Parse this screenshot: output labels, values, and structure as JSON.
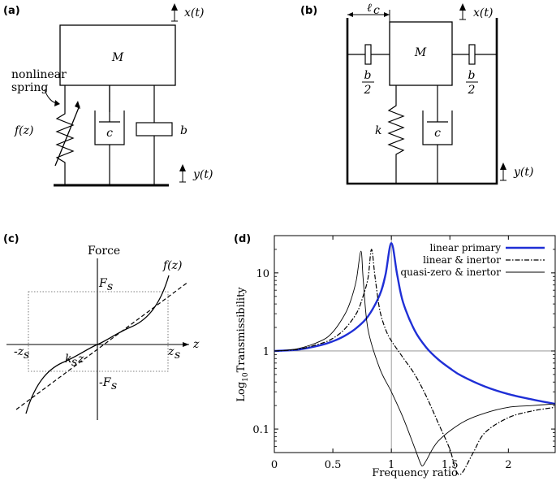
{
  "panels": {
    "a": {
      "tag": "(a)",
      "mass": "M",
      "x_label": "x(t)",
      "y_label": "y(t)",
      "spring_note_1": "nonlinear",
      "spring_note_2": "spring",
      "spring_fn": "f(z)",
      "damper": "c",
      "inerter": "b"
    },
    "b": {
      "tag": "(b)",
      "mass": "M",
      "x_label": "x(t)",
      "y_label": "y(t)",
      "length": "ℓ",
      "length_sub": "c",
      "inerter_num": "b",
      "inerter_den": "2",
      "spring": "k",
      "damper": "c"
    },
    "c": {
      "tag": "(c)",
      "force_axis": "Force",
      "z_axis": "z",
      "curve": "f(z)",
      "fs_pos": "F",
      "fs_neg": "-F",
      "fs_sub": "s",
      "zs_pos": "z",
      "zs_neg": "-z",
      "zs_sub": "s",
      "ks": "k",
      "ks_sub": "s",
      "ks_z": "z"
    },
    "d": {
      "tag": "(d)"
    }
  },
  "chart_data": {
    "type": "line",
    "xlabel": "Frequency ratio",
    "ylabel_pre": "Log",
    "ylabel_sub": "10",
    "ylabel_post": "Transmissibility",
    "x_scale": "linear",
    "y_scale": "log",
    "xlim": [
      0,
      2.4
    ],
    "ylim": [
      0.05,
      30
    ],
    "xticks": [
      0,
      0.5,
      1,
      1.5,
      2
    ],
    "xtick_labels": [
      "0",
      "0.5",
      "1",
      "1.5",
      "2"
    ],
    "yticks": [
      0.1,
      1,
      10
    ],
    "ytick_labels": [
      "0.1",
      "1",
      "10"
    ],
    "reference_lines": {
      "x": 1,
      "y": 1
    },
    "legend_position": "top-right",
    "series": [
      {
        "name": "linear primary",
        "color": "#1f2fd6",
        "style": "solid-thick",
        "x": [
          0,
          0.2,
          0.4,
          0.5,
          0.6,
          0.7,
          0.8,
          0.9,
          0.95,
          1.0,
          1.05,
          1.1,
          1.2,
          1.3,
          1.4,
          1.5,
          1.6,
          1.8,
          2.0,
          2.2,
          2.4
        ],
        "y": [
          1.0,
          1.04,
          1.19,
          1.33,
          1.56,
          1.96,
          2.77,
          5.2,
          9.5,
          24,
          9.4,
          4.2,
          1.82,
          1.1,
          0.78,
          0.6,
          0.48,
          0.35,
          0.28,
          0.24,
          0.21
        ]
      },
      {
        "name": "linear & inertor",
        "color": "#000000",
        "style": "dash-dot",
        "x": [
          0,
          0.2,
          0.4,
          0.5,
          0.6,
          0.7,
          0.75,
          0.8,
          0.83,
          0.86,
          0.9,
          0.95,
          1.0,
          1.1,
          1.2,
          1.3,
          1.4,
          1.5,
          1.55,
          1.6,
          1.7,
          1.8,
          2.0,
          2.2,
          2.4
        ],
        "y": [
          1.0,
          1.05,
          1.25,
          1.45,
          1.9,
          3.0,
          4.6,
          8.5,
          20,
          9.0,
          3.4,
          1.9,
          1.35,
          0.82,
          0.5,
          0.26,
          0.12,
          0.055,
          0.03,
          0.027,
          0.05,
          0.09,
          0.14,
          0.17,
          0.19
        ]
      },
      {
        "name": "quasi-zero & inertor",
        "color": "#000000",
        "style": "solid-thin",
        "x": [
          0,
          0.2,
          0.4,
          0.5,
          0.6,
          0.65,
          0.7,
          0.74,
          0.76,
          0.8,
          0.9,
          1.0,
          1.1,
          1.2,
          1.25,
          1.27,
          1.3,
          1.4,
          1.6,
          1.8,
          2.0,
          2.2,
          2.4
        ],
        "y": [
          1.0,
          1.07,
          1.35,
          1.75,
          2.9,
          4.3,
          8.0,
          19,
          8.0,
          1.9,
          0.6,
          0.3,
          0.14,
          0.057,
          0.036,
          0.034,
          0.04,
          0.07,
          0.12,
          0.16,
          0.19,
          0.2,
          0.21
        ]
      }
    ]
  }
}
